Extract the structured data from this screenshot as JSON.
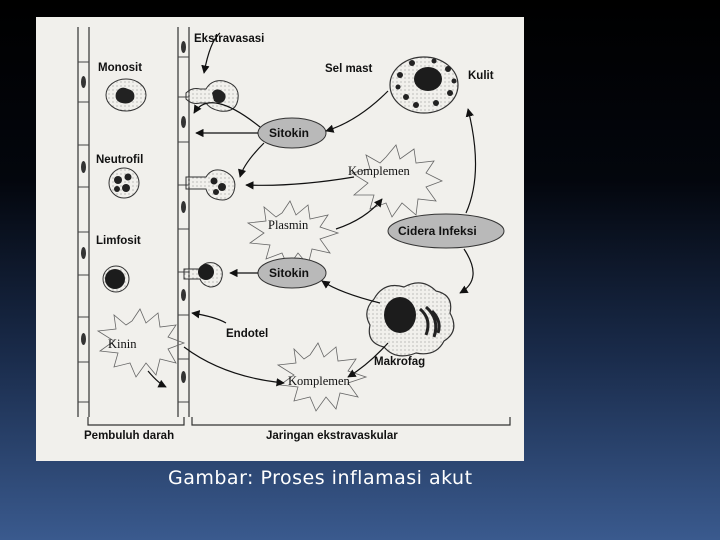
{
  "caption": "Gambar: Proses inflamasi akut",
  "diagram": {
    "labels": {
      "ekstravasasi": "Ekstravasasi",
      "monosit": "Monosit",
      "sel_mast": "Sel mast",
      "kulit": "Kulit",
      "sitokin_top": "Sitokin",
      "neutrofil": "Neutrofil",
      "komplemen_top": "Komplemen",
      "plasmin": "Plasmin",
      "cidera_infeksi": "Cidera Infeksi",
      "limfosit": "Limfosit",
      "sitokin_bottom": "Sitokin",
      "endotel": "Endotel",
      "kinin": "Kinin",
      "makrofag": "Makrofag",
      "komplemen_bottom": "Komplemen",
      "pembuluh_darah": "Pembuluh darah",
      "jaringan_ekstravaskular": "Jaringan ekstravaskular"
    },
    "colors": {
      "bubble_fill": "#b9b9b9",
      "figure_background": "#f1f0ec",
      "ink": "#111111"
    }
  }
}
